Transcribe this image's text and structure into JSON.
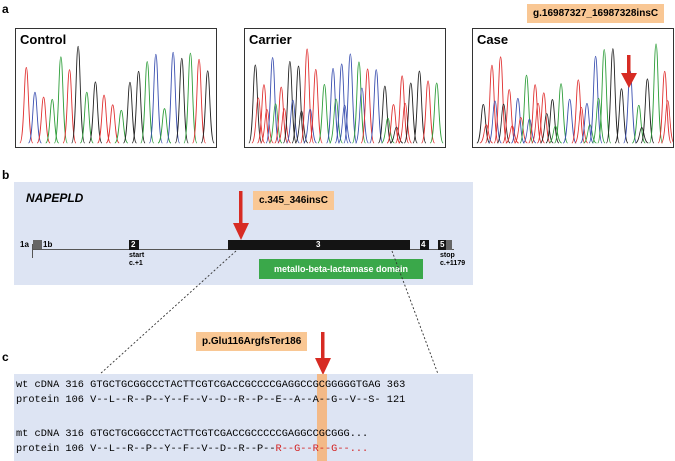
{
  "panel_a": {
    "letter": "a",
    "variant_tag": "g.16987327_16987328insC",
    "traces": [
      {
        "label": "Control"
      },
      {
        "label": "Carrier"
      },
      {
        "label": "Case"
      }
    ]
  },
  "panel_b": {
    "letter": "b",
    "gene": "NAPEPLD",
    "variant_tag": "c.345_346insC",
    "exons": [
      "1a",
      "1b",
      "2",
      "3",
      "4",
      "5"
    ],
    "start_label": "start",
    "start_pos": "c.+1",
    "stop_label": "stop",
    "stop_pos": "c.+1179",
    "domain": "metallo-beta-lactamase domain"
  },
  "panel_c": {
    "letter": "c",
    "variant_tag": "p.Glu116ArgfsTer186",
    "wt_cdna": {
      "prefix": "wt cDNA 316 ",
      "before": "GTGCTGCGGCCCTACTTCGTCGACCGCCCC",
      "mid": "G",
      "after": "AGGCCGCGGGGGTGAG",
      "end": " 363"
    },
    "wt_protein": {
      "prefix": "protein 106 ",
      "before": "V--L--R--P--Y--F--V--D--R--P--",
      "mid": "E",
      "after": "--A--A--G--V--S-",
      "end": " 121"
    },
    "mt_cdna": {
      "prefix": "mt cDNA 316 ",
      "before": "GTGCTGCGGCCCTACTTCGTCGACCGCCCC",
      "mid": "C",
      "after": "GAGGCCGCGGG..."
    },
    "mt_protein": {
      "prefix": "protein 106 ",
      "before": "V--L--R--P--Y--F--V--D--R--P--",
      "mid": "R",
      "after": "--G--R--G--..."
    }
  },
  "colors": {
    "trace_green": "#2e9e3a",
    "trace_blue": "#3a4fb0",
    "trace_red": "#e03030",
    "trace_black": "#222222",
    "arrow_red": "#d72b23",
    "tag_orange": "#f9c794",
    "panel_bg": "#dde4f3",
    "domain_green": "#3aa84a"
  }
}
